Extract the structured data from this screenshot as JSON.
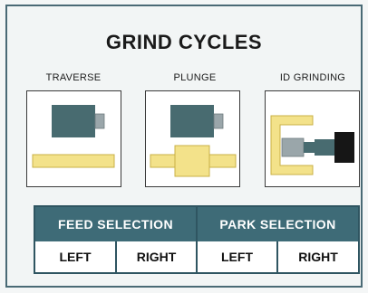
{
  "title": "GRIND CYCLES",
  "cycles": [
    {
      "label": "TRAVERSE",
      "icon": "traverse-icon"
    },
    {
      "label": "PLUNGE",
      "icon": "plunge-icon"
    },
    {
      "label": "ID GRINDING",
      "icon": "id-grinding-icon"
    }
  ],
  "feed_selection": {
    "header": "FEED SELECTION",
    "left_label": "LEFT",
    "right_label": "RIGHT"
  },
  "park_selection": {
    "header": "PARK SELECTION",
    "left_label": "LEFT",
    "right_label": "RIGHT"
  },
  "colors": {
    "grinding_wheel": "#486b70",
    "spindle_stub": "#9aa6aa",
    "workpiece": "#f3e28a",
    "workpiece_stroke": "#c8b045",
    "chuck": "#161616",
    "header_bg": "#3e6b77"
  }
}
